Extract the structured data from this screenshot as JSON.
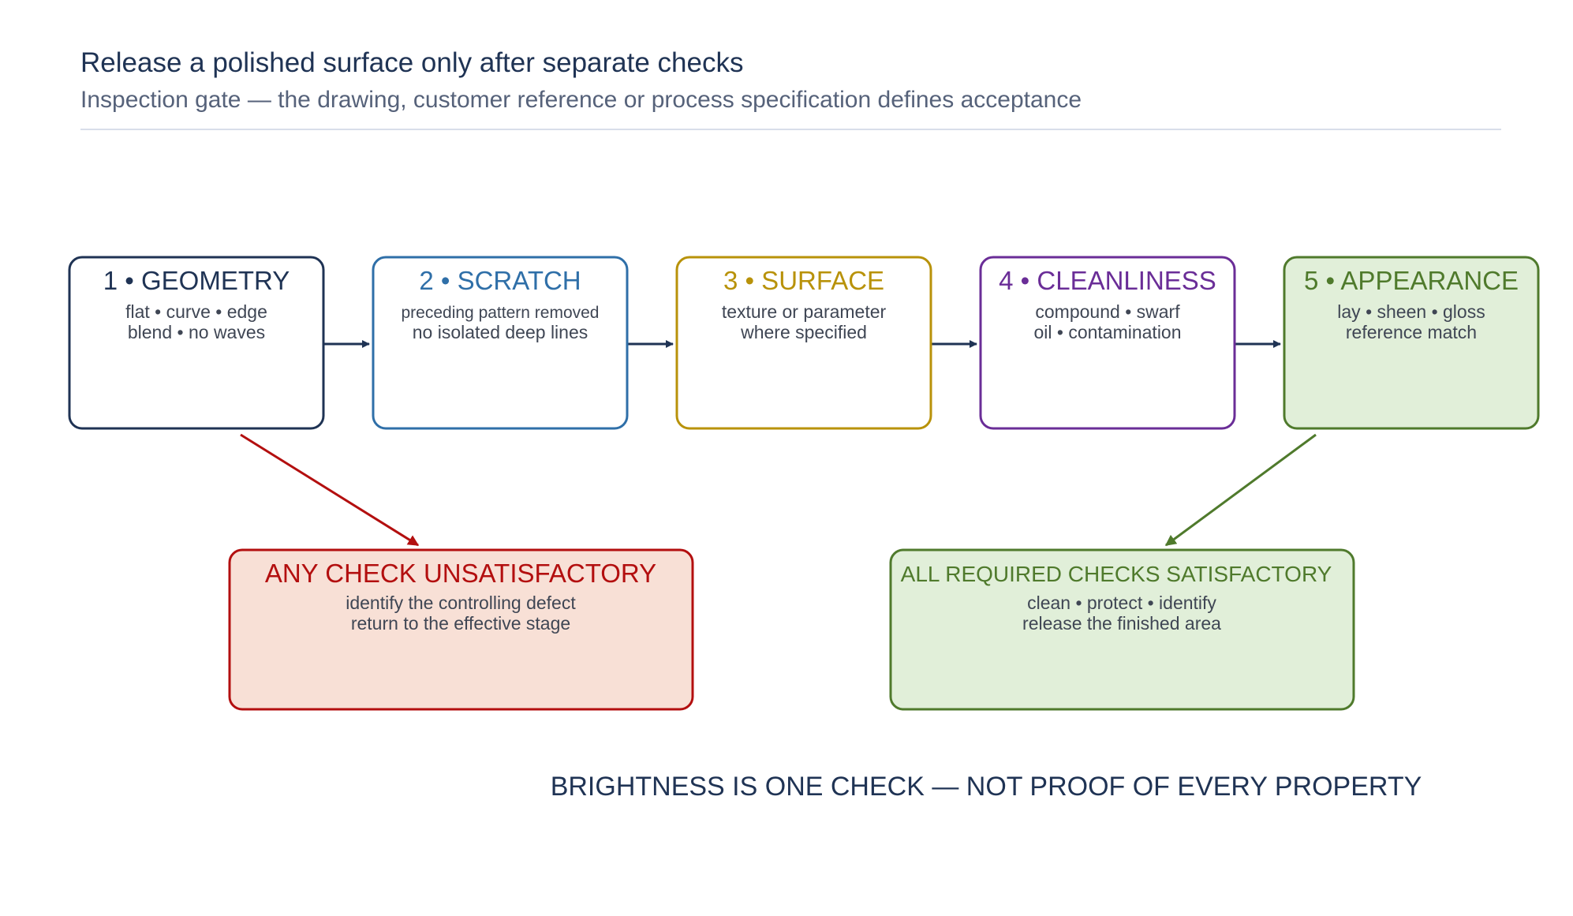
{
  "header": {
    "title": "Release a polished surface only after separate checks",
    "subtitle": "Inspection gate — the drawing, customer reference or process specification defines acceptance"
  },
  "checks": [
    {
      "title": "1 • GEOMETRY",
      "line1": "flat • curve • edge",
      "line2": "blend • no waves",
      "color": "#1f3354",
      "fill": "#ffffff"
    },
    {
      "title": "2 • SCRATCH",
      "line1": "preceding pattern removed",
      "line2": "no isolated deep lines",
      "color": "#2f6fa8",
      "fill": "#ffffff"
    },
    {
      "title": "3 • SURFACE",
      "line1": "texture or parameter",
      "line2": "where specified",
      "color": "#b8920a",
      "fill": "#ffffff"
    },
    {
      "title": "4 • CLEANLINESS",
      "line1": "compound • swarf",
      "line2": "oil • contamination",
      "color": "#6a2d97",
      "fill": "#ffffff"
    },
    {
      "title": "5 • APPEARANCE",
      "line1": "lay • sheen • gloss",
      "line2": "reference match",
      "color": "#4f7a2c",
      "fill": "#e1efd9"
    }
  ],
  "outcomes": {
    "fail": {
      "title": "ANY CHECK UNSATISFACTORY",
      "line1": "identify the controlling defect",
      "line2": "return to the effective stage",
      "color": "#b30f0f",
      "fill": "#f8e0d6"
    },
    "pass": {
      "title": "ALL REQUIRED CHECKS SATISFACTORY",
      "line1": "clean • protect • identify",
      "line2": "release the finished area",
      "color": "#4f7a2c",
      "fill": "#e1efd9"
    }
  },
  "footer": {
    "note": "BRIGHTNESS IS ONE CHECK — NOT PROOF OF EVERY PROPERTY"
  },
  "colors": {
    "flow_arrow": "#1f3354",
    "fail_arrow": "#b30f0f",
    "pass_arrow": "#4f7a2c"
  }
}
